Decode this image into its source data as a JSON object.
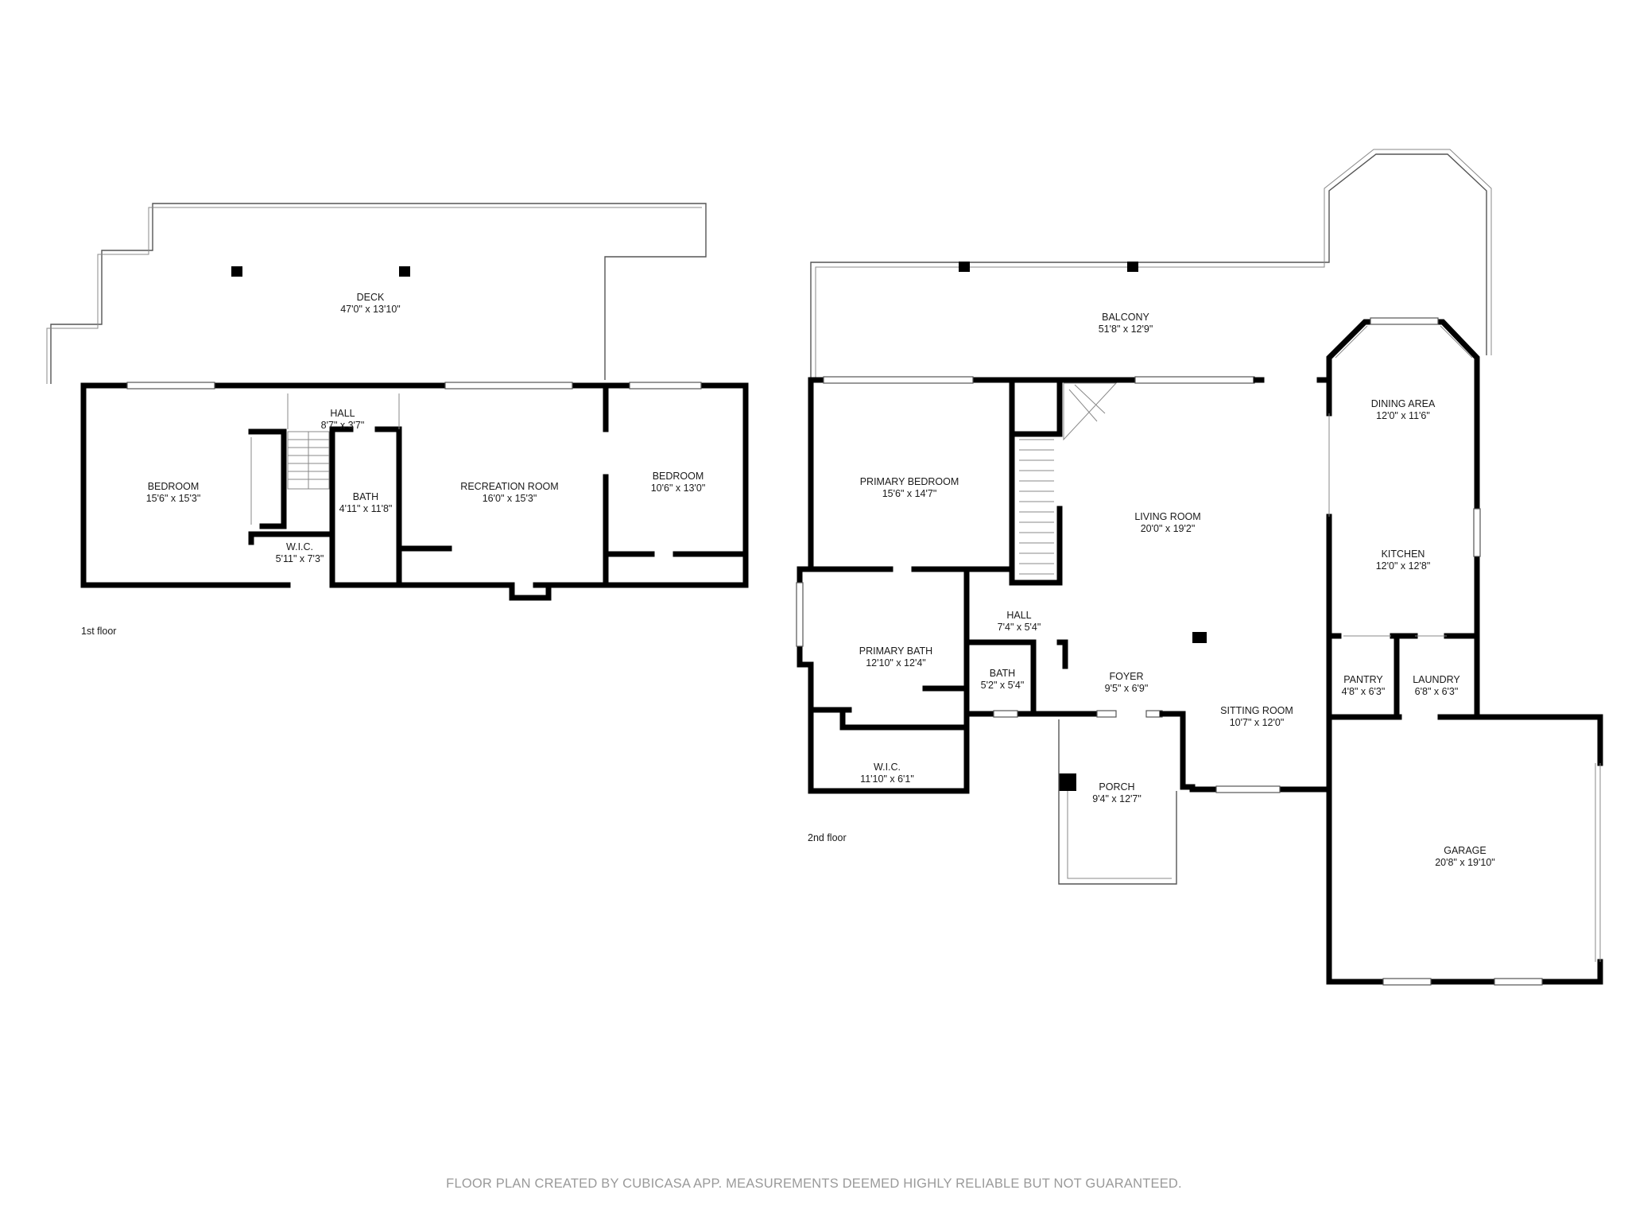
{
  "floors": [
    {
      "name": "1st floor",
      "rooms": [
        {
          "name": "DECK",
          "size": "47'0\" x 13'10\""
        },
        {
          "name": "HALL",
          "size": "8'7\" x 3'7\""
        },
        {
          "name": "BEDROOM",
          "size": "15'6\" x 15'3\""
        },
        {
          "name": "BATH",
          "size": "4'11\" x 11'8\""
        },
        {
          "name": "RECREATION ROOM",
          "size": "16'0\" x 15'3\""
        },
        {
          "name": "BEDROOM",
          "size": "10'6\" x 13'0\""
        },
        {
          "name": "W.I.C.",
          "size": "5'11\" x 7'3\""
        }
      ]
    },
    {
      "name": "2nd floor",
      "rooms": [
        {
          "name": "BALCONY",
          "size": "51'8\" x 12'9\""
        },
        {
          "name": "DINING AREA",
          "size": "12'0\" x 11'6\""
        },
        {
          "name": "PRIMARY BEDROOM",
          "size": "15'6\" x 14'7\""
        },
        {
          "name": "LIVING ROOM",
          "size": "20'0\" x 19'2\""
        },
        {
          "name": "KITCHEN",
          "size": "12'0\" x 12'8\""
        },
        {
          "name": "HALL",
          "size": "7'4\" x 5'4\""
        },
        {
          "name": "PRIMARY BATH",
          "size": "12'10\" x 12'4\""
        },
        {
          "name": "BATH",
          "size": "5'2\" x 5'4\""
        },
        {
          "name": "FOYER",
          "size": "9'5\" x 6'9\""
        },
        {
          "name": "PANTRY",
          "size": "4'8\" x 6'3\""
        },
        {
          "name": "LAUNDRY",
          "size": "6'8\" x 6'3\""
        },
        {
          "name": "SITTING ROOM",
          "size": "10'7\" x 12'0\""
        },
        {
          "name": "W.I.C.",
          "size": "11'10\" x 6'1\""
        },
        {
          "name": "PORCH",
          "size": "9'4\" x 12'7\""
        },
        {
          "name": "GARAGE",
          "size": "20'8\" x 19'10\""
        }
      ]
    }
  ],
  "footer": "FLOOR PLAN CREATED BY CUBICASA APP. MEASUREMENTS DEEMED HIGHLY RELIABLE BUT NOT GUARANTEED."
}
